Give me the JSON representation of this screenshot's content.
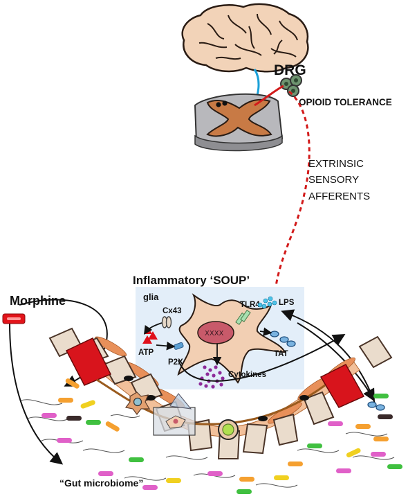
{
  "labels": {
    "drg": "DRG",
    "opioid_tolerance": "OPIOID TOLERANCE",
    "extrinsic_line1": "EXTRINSIC",
    "extrinsic_line2": "SENSORY",
    "extrinsic_line3": "AFFERENTS",
    "inflammatory_soup": "Inflammatory ‘SOUP’",
    "glia": "glia",
    "cx43": "Cx43",
    "tlr4": "TLR4",
    "lps": "LPS",
    "atp": "ATP",
    "p2x": "P2X",
    "tat": "TAT",
    "cytokines": "Cytokines",
    "morphine": "Morphine",
    "gut_microbiome": "“Gut microbiome”"
  },
  "colors": {
    "brain": "#f2d3b8",
    "spinal_grey": "#c87a45",
    "afferent_dashed": "#d21a1a",
    "soup_box": "#e3eef9",
    "enterocyte": "#eadccc",
    "glia_cell": "#f2cfb3",
    "atp": "#e0101a",
    "lps": "#4cc3e8",
    "tat": "#7ab3e0",
    "cytokines": "#8e2a9a",
    "morphine_pill": "#e2141a",
    "muscle_red": "#d8141c",
    "neuron_fiber": "#9a5b1e"
  },
  "icons": [
    "brain-icon",
    "spinal-cord-icon",
    "drg-cluster-icon",
    "glia-cell-icon",
    "morphine-pill-icon",
    "gut-wall-icon",
    "bacteria-icon"
  ]
}
